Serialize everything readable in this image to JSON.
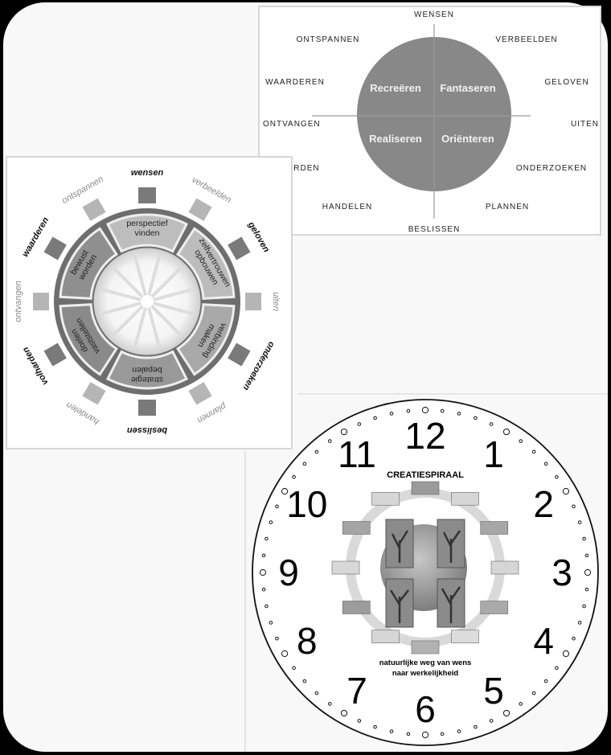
{
  "quadrant_panel": {
    "compass": {
      "top": "WENSEN",
      "bottom": "BESLISSEN",
      "left": "ONTVANGEN",
      "right": "UITEN",
      "top_left_outer": "ONTSPANNEN",
      "top_left_inner": "WAARDEREN",
      "top_right_outer": "VERBEELDEN",
      "top_right_inner": "GELOVEN",
      "bottom_left_inner": "VOLHARDEN",
      "bottom_left_outer": "HANDELEN",
      "bottom_right_inner": "ONDERZOEKEN",
      "bottom_right_outer": "PLANNEN"
    },
    "quadrants": {
      "top_left": "Recreëren",
      "top_right": "Fantaseren",
      "bottom_left": "Realiseren",
      "bottom_right": "Oriënteren"
    },
    "colors": {
      "circle": "#888888",
      "quadrant_text": "#f2f2f2"
    }
  },
  "wheel_panel": {
    "ring_labels": [
      {
        "text": "wensen",
        "bold": true
      },
      {
        "text": "verbeelden",
        "bold": false
      },
      {
        "text": "geloven",
        "bold": true
      },
      {
        "text": "uiten",
        "bold": false
      },
      {
        "text": "onderzoeken",
        "bold": true
      },
      {
        "text": "plannen",
        "bold": false
      },
      {
        "text": "beslissen",
        "bold": true
      },
      {
        "text": "handelen",
        "bold": false
      },
      {
        "text": "volharden",
        "bold": true
      },
      {
        "text": "ontvangen",
        "bold": false
      },
      {
        "text": "waarderen",
        "bold": true
      },
      {
        "text": "ontspannen",
        "bold": false
      }
    ],
    "segments": [
      {
        "lines": [
          "perspectief",
          "vinden"
        ]
      },
      {
        "lines": [
          "zelfvertrouwen",
          "opbouwen"
        ]
      },
      {
        "lines": [
          "verbinding",
          "maken"
        ]
      },
      {
        "lines": [
          "strategie",
          "bepalen"
        ]
      },
      {
        "lines": [
          "doelen",
          "vaststellen"
        ]
      },
      {
        "lines": [
          "bewust",
          "worden"
        ]
      }
    ]
  },
  "clock_panel": {
    "numerals": [
      "12",
      "1",
      "2",
      "3",
      "4",
      "5",
      "6",
      "7",
      "8",
      "9",
      "10",
      "11"
    ],
    "title": "CREATIESPIRAAL",
    "caption_line1": "natuurlijke weg van wens",
    "caption_line2": "naar werkelijkheid"
  }
}
